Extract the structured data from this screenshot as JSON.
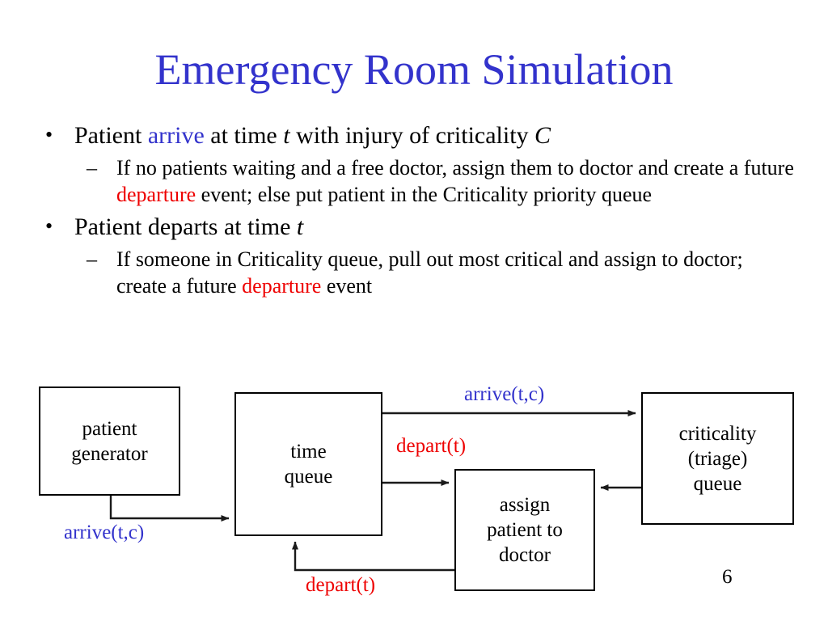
{
  "slide": {
    "title": "Emergency Room Simulation",
    "page_number": "6"
  },
  "colors": {
    "title_blue": "#3333cc",
    "keyword_blue": "#3333cc",
    "keyword_red": "#ee0000",
    "text_black": "#000000",
    "background": "#ffffff",
    "box_border": "#000000"
  },
  "bullets": [
    {
      "level": 1,
      "marker": "•",
      "runs": [
        {
          "text": "Patient ",
          "style": "plain"
        },
        {
          "text": "arrive",
          "style": "blue"
        },
        {
          "text": " at time ",
          "style": "plain"
        },
        {
          "text": "t",
          "style": "italic"
        },
        {
          "text": " with injury of criticality ",
          "style": "plain"
        },
        {
          "text": "C",
          "style": "italic"
        }
      ]
    },
    {
      "level": 2,
      "marker": "–",
      "runs": [
        {
          "text": "If no patients waiting and a free doctor, assign them to doctor and create a future ",
          "style": "plain"
        },
        {
          "text": "departure",
          "style": "red"
        },
        {
          "text": " event; else put patient in the Criticality priority queue",
          "style": "plain"
        }
      ]
    },
    {
      "level": 1,
      "marker": "•",
      "runs": [
        {
          "text": "Patient departs at time ",
          "style": "plain"
        },
        {
          "text": "t",
          "style": "italic"
        }
      ]
    },
    {
      "level": 2,
      "marker": "–",
      "runs": [
        {
          "text": "If someone in Criticality queue, pull out most critical and assign to doctor; create a future ",
          "style": "plain"
        },
        {
          "text": "departure",
          "style": "red"
        },
        {
          "text": " event",
          "style": "plain"
        }
      ]
    }
  ],
  "diagram": {
    "boxes": {
      "patient_generator": "patient\ngenerator",
      "time_queue": "time\nqueue",
      "assign_doctor": "assign\npatient to\ndoctor",
      "criticality_queue": "criticality\n(triage)\nqueue"
    },
    "box_lines": {
      "patient_generator": [
        "patient",
        "generator"
      ],
      "time_queue": [
        "time",
        "queue"
      ],
      "assign_doctor": [
        "assign",
        "patient to",
        "doctor"
      ],
      "criticality_queue": [
        "criticality",
        "(triage)",
        "queue"
      ]
    },
    "edge_labels": {
      "generator_to_time_queue": "arrive(t,c)",
      "time_queue_to_criticality": "arrive(t,c)",
      "time_queue_to_assign": "depart(t)",
      "assign_to_time_queue": "depart(t)"
    }
  }
}
